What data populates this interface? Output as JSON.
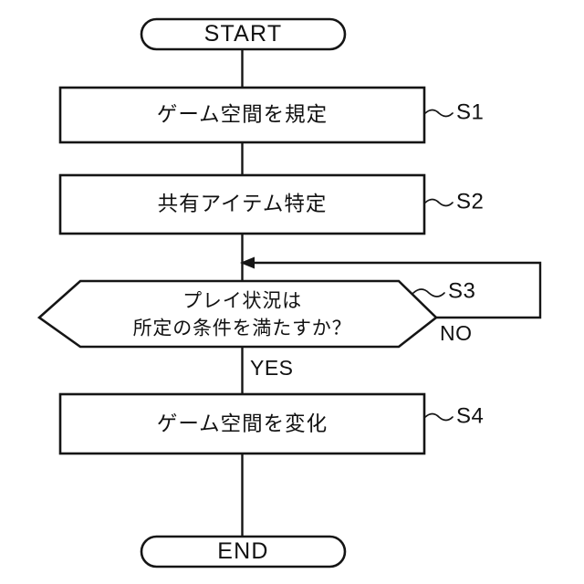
{
  "diagram": {
    "type": "flowchart",
    "orientation": "top-to-bottom",
    "language": "ja",
    "background_color": "#ffffff",
    "line_color": "#151515",
    "text_color": "#111111",
    "nodes": [
      {
        "id": "start",
        "shape": "terminator",
        "label": "START",
        "step_label": ""
      },
      {
        "id": "s1",
        "shape": "process",
        "label": "ゲーム空間を規定",
        "step_label": "S1"
      },
      {
        "id": "s2",
        "shape": "process",
        "label": "共有アイテム特定",
        "step_label": "S2"
      },
      {
        "id": "s3",
        "shape": "decision",
        "label_line1": "プレイ状況は",
        "label_line2": "所定の条件を満たすか？",
        "step_label": "S3"
      },
      {
        "id": "s4",
        "shape": "process",
        "label": "ゲーム空間を変化",
        "step_label": "S4"
      },
      {
        "id": "end",
        "shape": "terminator",
        "label": "END",
        "step_label": ""
      }
    ],
    "branch_labels": {
      "yes": "YES",
      "no": "NO"
    },
    "edges": [
      {
        "from": "start",
        "to": "s1",
        "label": ""
      },
      {
        "from": "s1",
        "to": "s2",
        "label": ""
      },
      {
        "from": "s2",
        "to": "s3",
        "label": ""
      },
      {
        "from": "s3",
        "to": "s4",
        "label": "YES"
      },
      {
        "from": "s3",
        "to": "s2_s3_junction",
        "label": "NO"
      },
      {
        "from": "s4",
        "to": "end",
        "label": ""
      }
    ]
  }
}
